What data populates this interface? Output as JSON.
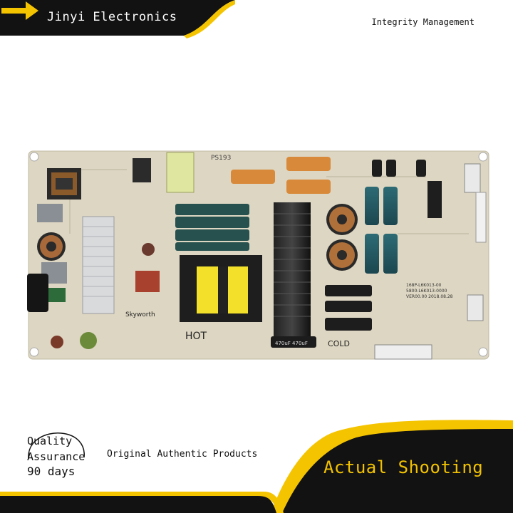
{
  "banner": {
    "brand": "Jinyi Electronics",
    "tagline": "Integrity Management"
  },
  "footer": {
    "qa_line1": "Quality",
    "qa_line2": "Assurance",
    "qa_line3": "90 days",
    "original": "Original Authentic Products",
    "actual": "Actual Shooting"
  },
  "board": {
    "labels": {
      "ps": "PS193",
      "model": "168P-L6K013-00",
      "part": "5800-L6K013-0000",
      "ver": "VER00.00  2018.08.28",
      "hot": "HOT",
      "cold": "COLD",
      "brand": "Skyworth",
      "cap_label": "470uF  470uF"
    }
  },
  "colors": {
    "accent": "#f5c400",
    "dark": "#121212",
    "board": "#ddd6c2"
  }
}
